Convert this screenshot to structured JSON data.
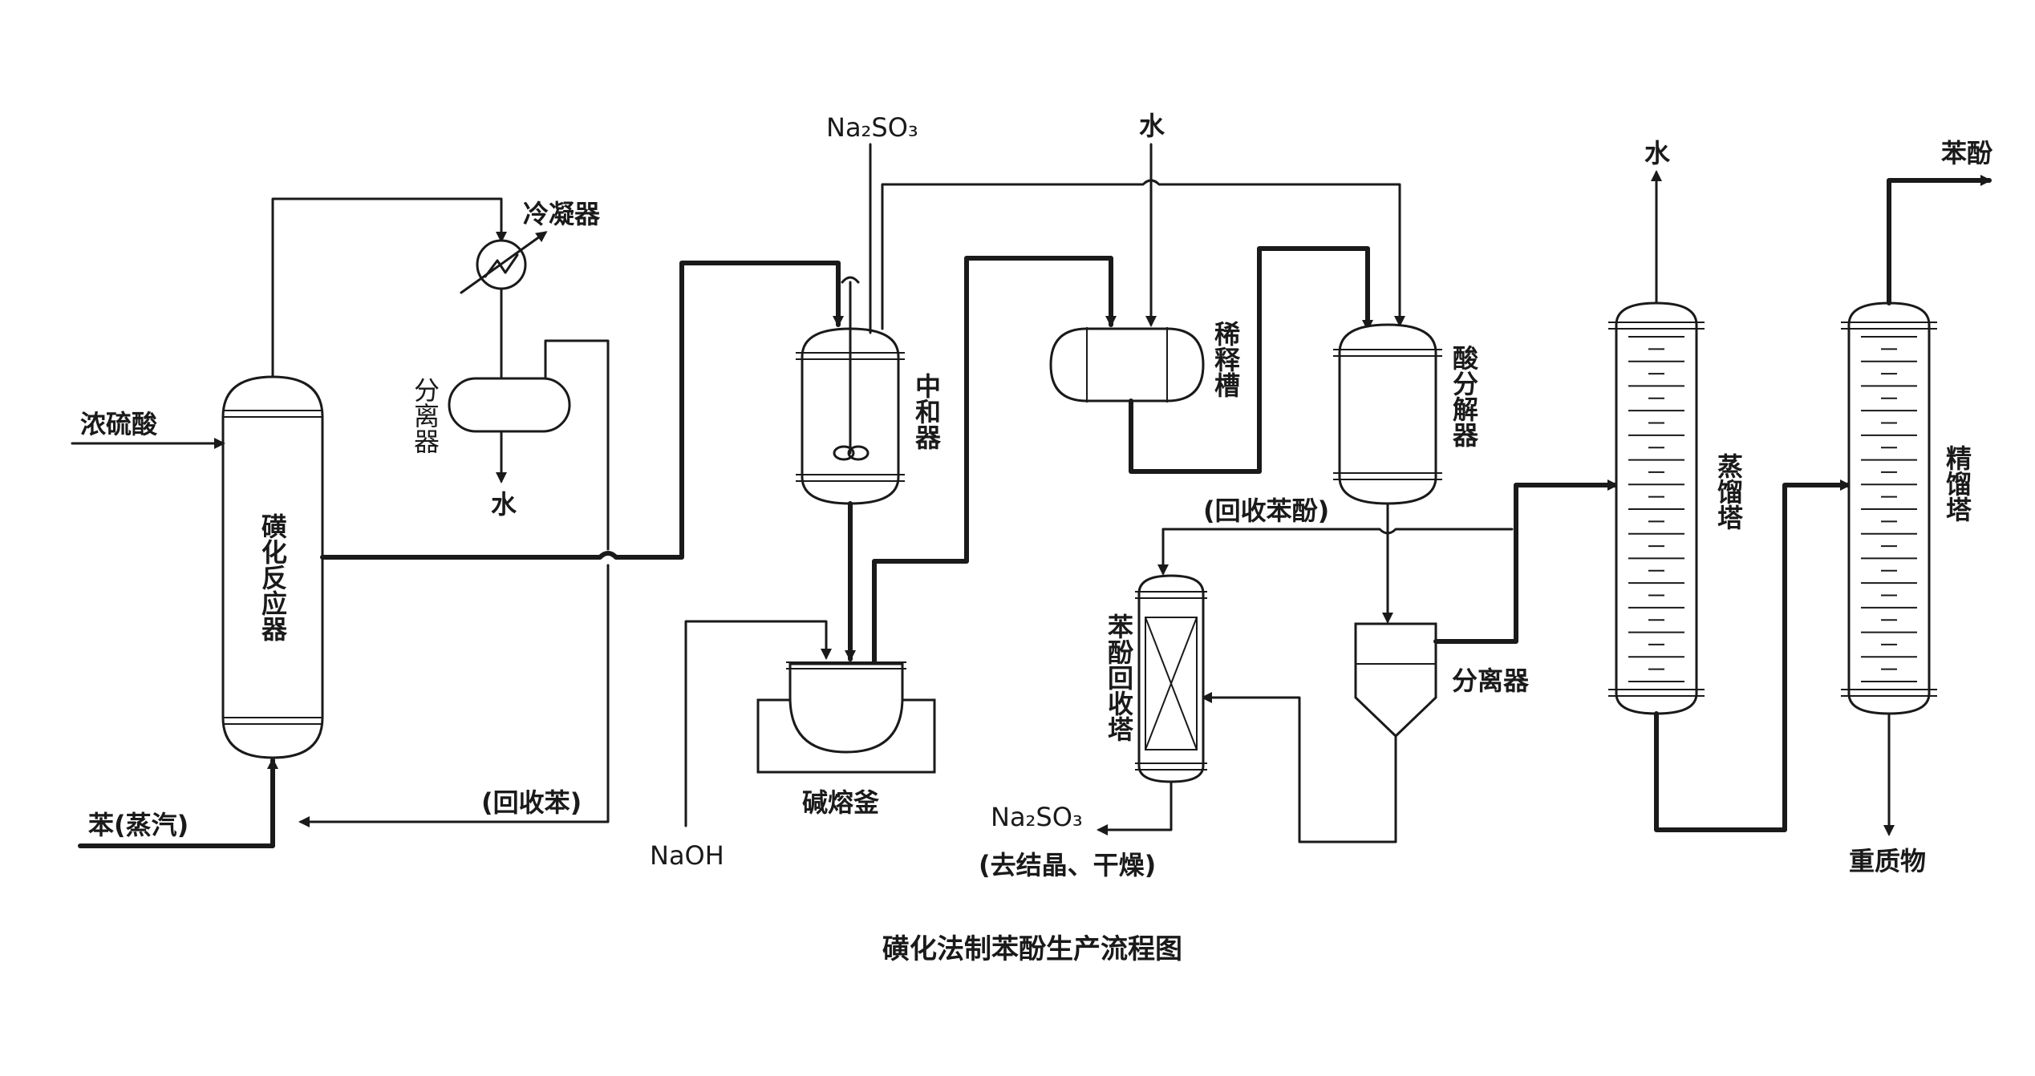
{
  "caption": "磺化法制苯酚生产流程图",
  "equipment": {
    "sulfonation_reactor": "磺化反应器",
    "condenser": "冷凝器",
    "separator_top": "分离器",
    "neutralizer": "中和器",
    "alkali_fusion_pot": "碱熔釜",
    "dilution_tank": "稀释槽",
    "acid_decomposer": "酸分解器",
    "separator_mid": "分离器",
    "phenol_recovery_tower": "苯酚回收塔",
    "distillation_tower": "蒸馏塔",
    "rectification_tower": "精馏塔"
  },
  "streams": {
    "conc_sulfuric_acid": "浓硫酸",
    "benzene_vapor": "苯(蒸汽)",
    "recycled_benzene": "(回收苯)",
    "water_from_separator": "水",
    "na2so3_in": "Na₂SO₃",
    "water_in_dilution": "水",
    "naoh": "NaOH",
    "recycled_phenol": "(回收苯酚)",
    "na2so3_out": "Na₂SO₃",
    "na2so3_out_note": "(去结晶、干燥)",
    "water_top_distill": "水",
    "phenol_product": "苯酚",
    "heavy_residue": "重质物"
  }
}
